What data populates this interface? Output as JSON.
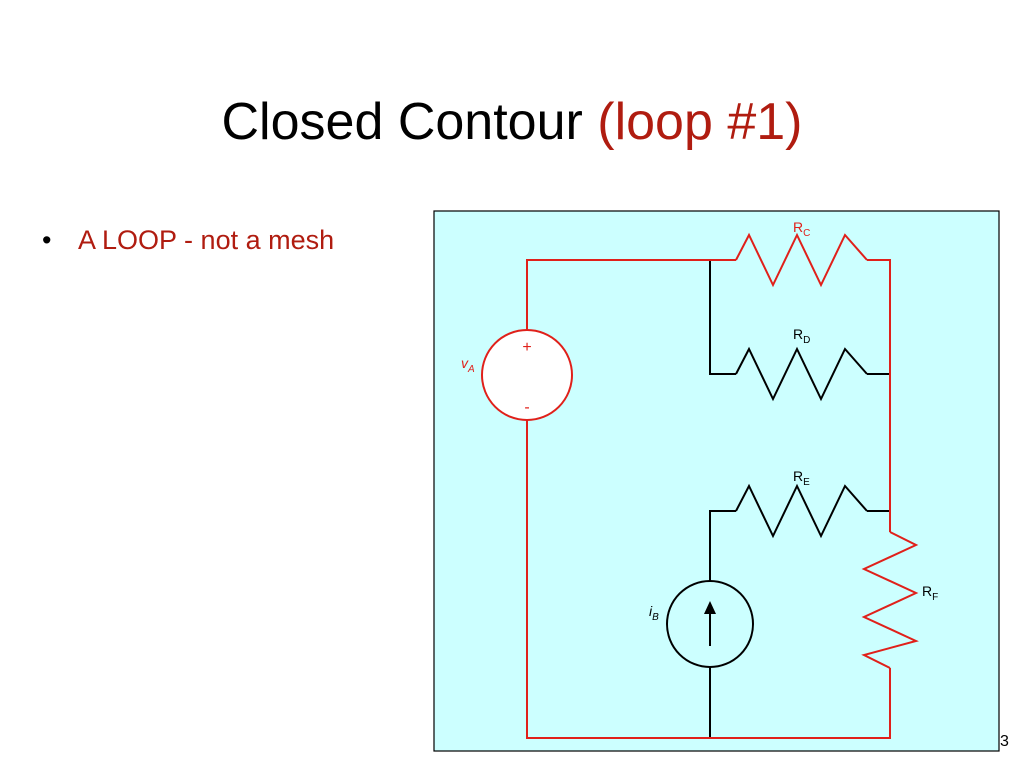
{
  "slide": {
    "title_main": "Closed Contour",
    "title_accent": "(loop #1)",
    "bullets": [
      "A LOOP - not a mesh"
    ],
    "page_number": "3"
  },
  "circuit": {
    "source_voltage": {
      "label": "v",
      "subscript": "A",
      "plus": "+",
      "minus": "-"
    },
    "source_current": {
      "label": "i",
      "subscript": "B"
    },
    "resistors": [
      {
        "label": "R",
        "subscript": "C"
      },
      {
        "label": "R",
        "subscript": "D"
      },
      {
        "label": "R",
        "subscript": "E"
      },
      {
        "label": "R",
        "subscript": "F"
      }
    ],
    "highlighted_loop": [
      "voltage-source",
      "resistor-rc",
      "resistor-rf"
    ]
  },
  "colors": {
    "accent": "#b01c10",
    "loop_wire": "#e0201a",
    "wire": "#000000",
    "panel_fill": "#ccffff",
    "panel_border": "#000000"
  },
  "icons": {
    "bullet": "bullet-dot-icon",
    "current_direction": "arrow-up-icon"
  }
}
